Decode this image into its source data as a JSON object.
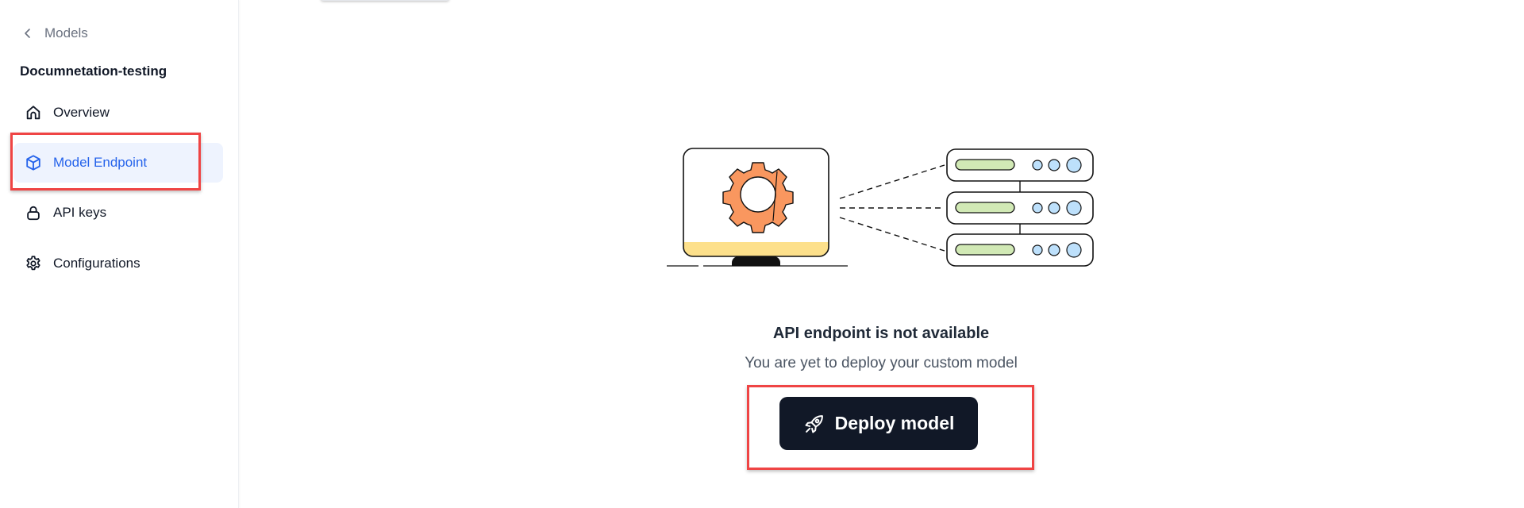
{
  "sidebar": {
    "back_label": "Models",
    "project_title": "Documnetation-testing",
    "items": [
      {
        "label": "Overview",
        "icon": "home-icon",
        "active": false
      },
      {
        "label": "Model Endpoint",
        "icon": "cube-icon",
        "active": true
      },
      {
        "label": "API keys",
        "icon": "lock-icon",
        "active": false
      },
      {
        "label": "Configurations",
        "icon": "gear-icon",
        "active": false
      }
    ]
  },
  "main": {
    "empty_state": {
      "illustration": "monitor-gear-connected-to-servers",
      "title": "API endpoint is not available",
      "subtitle": "You are yet to deploy your custom model",
      "button_label": "Deploy model",
      "button_icon": "rocket-icon"
    }
  },
  "colors": {
    "accent": "#2563eb",
    "active_bg": "#eef3fe",
    "button_bg": "#111827",
    "annotation": "#ef4444",
    "gear": "#f9975f",
    "screen_band": "#fde08b",
    "server_bar": "#d1e9b5",
    "server_led": "#bde0fb"
  }
}
